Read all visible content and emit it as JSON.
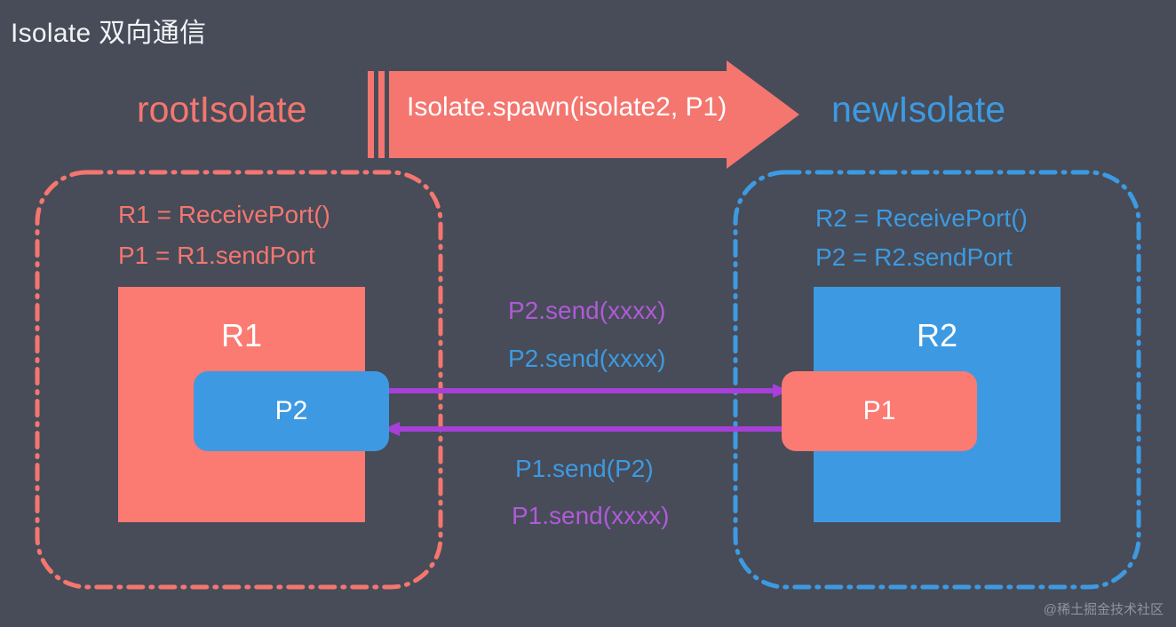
{
  "page": {
    "title": "Isolate 双向通信",
    "background_color": "#474c58",
    "watermark": "@稀土掘金技术社区"
  },
  "colors": {
    "red": "#fb7a72",
    "red_text": "#f4766f",
    "blue": "#3d9ae2",
    "purple": "#b05ad8",
    "white": "#ffffff",
    "background": "#474c58"
  },
  "diagram": {
    "type": "diagram",
    "left_isolate": {
      "name": "rootIsolate",
      "color": "#f4766f",
      "declarations": [
        "R1 = ReceivePort()",
        "P1 = R1.sendPort"
      ],
      "receive_port": {
        "label": "R1",
        "color": "#fb7a72"
      },
      "send_port": {
        "label": "P2",
        "color": "#3d9ae2"
      }
    },
    "right_isolate": {
      "name": "newIsolate",
      "color": "#3d9ae2",
      "declarations": [
        "R2 = ReceivePort()",
        "P2 = R2.sendPort"
      ],
      "receive_port": {
        "label": "R2",
        "color": "#3d9ae2"
      },
      "send_port": {
        "label": "P1",
        "color": "#fb7a72"
      }
    },
    "spawn_arrow": {
      "label": "Isolate.spawn(isolate2, P1)",
      "direction": "right",
      "color": "#fb7a72",
      "text_color": "#ffffff"
    },
    "messages": [
      {
        "text": "P2.send(xxxx)",
        "color": "#b05ad8",
        "direction": "right"
      },
      {
        "text": "P2.send(xxxx)",
        "color": "#3d9ae2",
        "direction": "right"
      },
      {
        "text": "P1.send(P2)",
        "color": "#3d9ae2",
        "direction": "left"
      },
      {
        "text": "P1.send(xxxx)",
        "color": "#b05ad8",
        "direction": "left"
      }
    ]
  }
}
